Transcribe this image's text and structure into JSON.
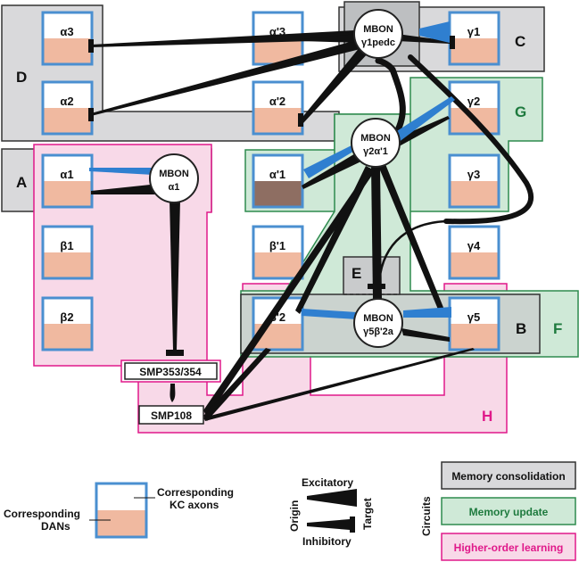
{
  "compartments": [
    {
      "id": "a3",
      "label": "α3"
    },
    {
      "id": "a2",
      "label": "α2"
    },
    {
      "id": "a1",
      "label": "α1"
    },
    {
      "id": "b1",
      "label": "β1"
    },
    {
      "id": "b2",
      "label": "β2"
    },
    {
      "id": "ap3",
      "label": "α'3"
    },
    {
      "id": "ap2",
      "label": "α'2"
    },
    {
      "id": "ap1",
      "label": "α'1"
    },
    {
      "id": "bp1",
      "label": "β'1"
    },
    {
      "id": "bp2",
      "label": "β'2"
    },
    {
      "id": "g1",
      "label": "γ1"
    },
    {
      "id": "g2",
      "label": "γ2"
    },
    {
      "id": "g3",
      "label": "γ3"
    },
    {
      "id": "g4",
      "label": "γ4"
    },
    {
      "id": "g5",
      "label": "γ5"
    }
  ],
  "mbons": [
    {
      "id": "m1",
      "line1": "MBON",
      "line2": "γ1pedc"
    },
    {
      "id": "m2",
      "line1": "MBON",
      "line2": "γ2α'1"
    },
    {
      "id": "m3",
      "line1": "MBON",
      "line2": "α1"
    },
    {
      "id": "m4",
      "line1": "MBON",
      "line2": "γ5β'2a"
    }
  ],
  "neurons": [
    {
      "id": "smp353",
      "label": "SMP353/354"
    },
    {
      "id": "smp108",
      "label": "SMP108"
    }
  ],
  "region_labels": [
    {
      "id": "A",
      "label": "A",
      "color": "#111111"
    },
    {
      "id": "B",
      "label": "B",
      "color": "#111111"
    },
    {
      "id": "C",
      "label": "C",
      "color": "#111111"
    },
    {
      "id": "D",
      "label": "D",
      "color": "#111111"
    },
    {
      "id": "E",
      "label": "E",
      "color": "#111111"
    },
    {
      "id": "F",
      "label": "F",
      "color": "#1e7a3e"
    },
    {
      "id": "G",
      "label": "G",
      "color": "#1e7a3e"
    },
    {
      "id": "H",
      "label": "H",
      "color": "#e0198a"
    }
  ],
  "legend": {
    "kc_axons": [
      "Corresponding",
      "KC axons"
    ],
    "dans": [
      "Corresponding",
      "DANs"
    ],
    "excitatory": "Excitatory",
    "inhibitory": "Inhibitory",
    "origin": "Origin",
    "target": "Target",
    "circuits": "Circuits",
    "memory_consolidation": "Memory consolidation",
    "memory_update": "Memory update",
    "higher_order_learning": "Higher-order learning"
  },
  "colors": {
    "kc_border": "#4a8fd0",
    "dan_fill": "#f0b9a0",
    "dan_fill_dark": "#8e6e62",
    "gray_region": "#d9d9db",
    "green_region": "#cfe9d7",
    "green_stroke": "#2e8b4e",
    "pink_region": "#f8d9e8",
    "pink_stroke": "#e0198a",
    "connection": "#111111",
    "dan_arrow": "#2f7fd0"
  }
}
